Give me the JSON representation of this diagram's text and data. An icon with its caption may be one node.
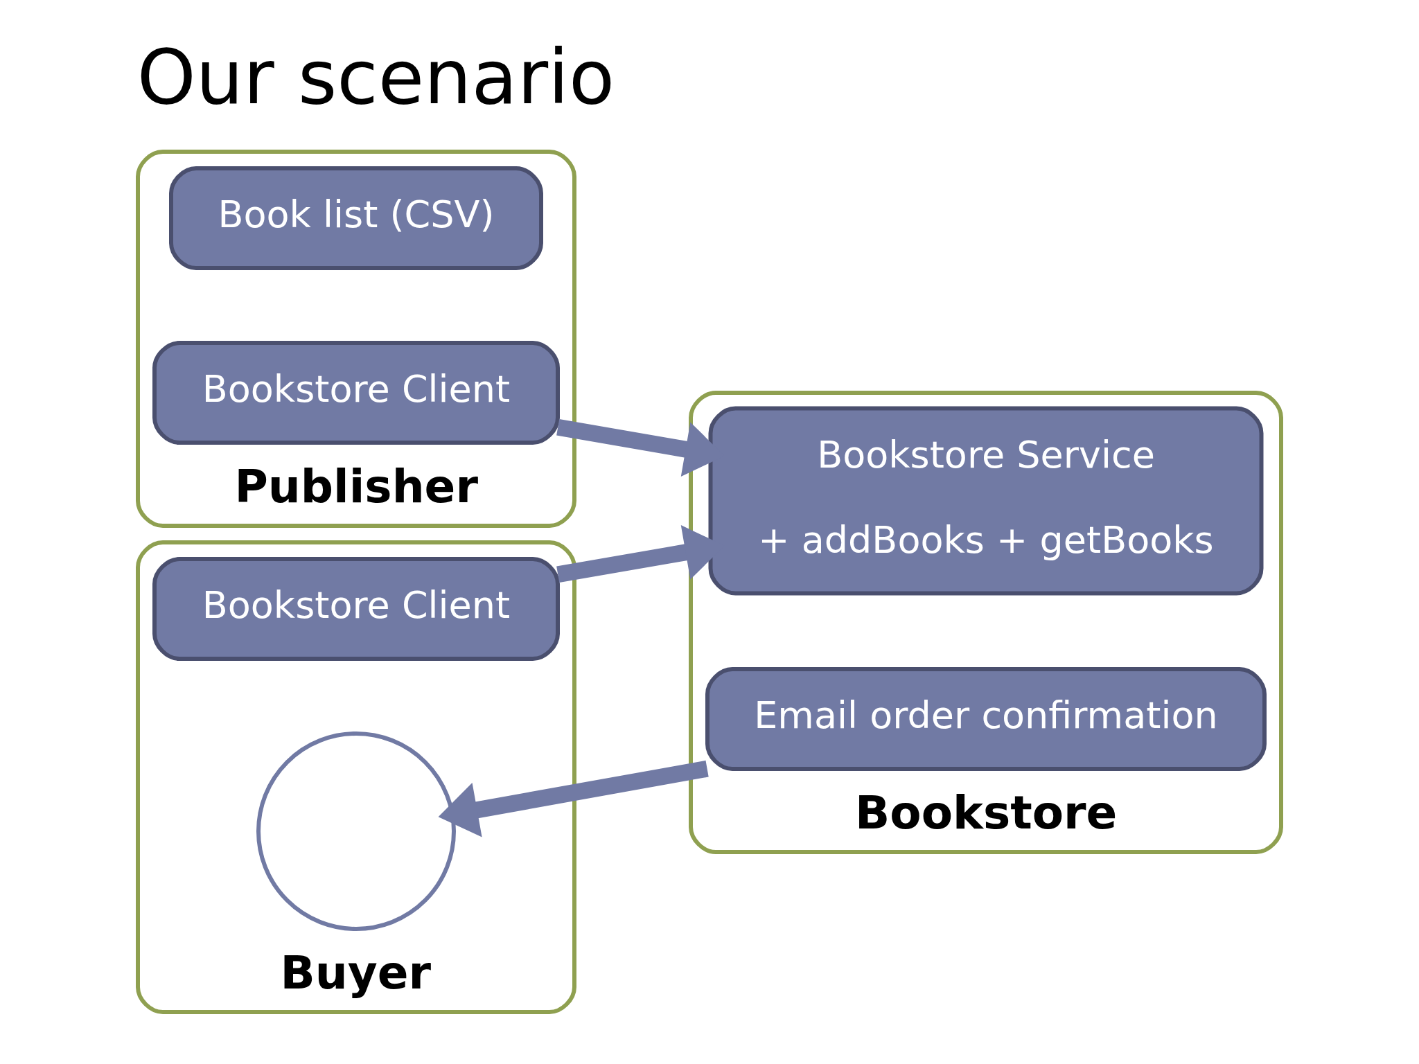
{
  "diagram": {
    "title": "Our scenario",
    "nodes": [
      {
        "text": [
          "Publisher"
        ]
      },
      {
        "text": [
          "Book list (CSV)"
        ],
        "in": 0
      },
      {
        "text": [
          "Bookstore Client"
        ],
        "in": 0
      },
      {
        "text": [
          "Bookstore"
        ]
      },
      {
        "text": [
          "Bookstore Service",
          "+ addBooks + getBooks"
        ],
        "in": 3
      },
      {
        "text": [
          "Email order confirmation"
        ],
        "in": 3
      },
      {
        "text": [
          "Buyer"
        ]
      },
      {
        "text": [
          "Bookstore Client"
        ],
        "in": 6
      },
      {
        "text": [],
        "shape": "circle",
        "in": 6
      }
    ],
    "edges": [
      {
        "from": 2,
        "to": 4,
        "arrow": "to"
      },
      {
        "from": 7,
        "to": 4,
        "arrow": "to"
      },
      {
        "from": 5,
        "to": 8,
        "arrow": "to"
      }
    ]
  }
}
